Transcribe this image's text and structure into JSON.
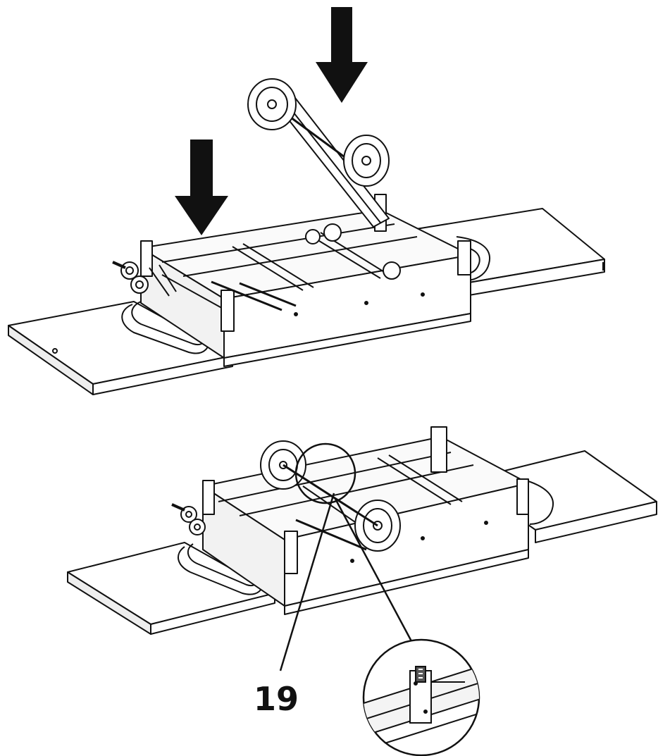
{
  "diagram": {
    "callouts": [
      {
        "number": "19"
      }
    ],
    "colors": {
      "ink": "#111111",
      "paper": "#ffffff",
      "shade": "#d9d9d9"
    },
    "arrows": [
      {
        "name": "down-arrow-wheels",
        "direction": "down"
      },
      {
        "name": "down-arrow-frame",
        "direction": "down"
      }
    ]
  }
}
